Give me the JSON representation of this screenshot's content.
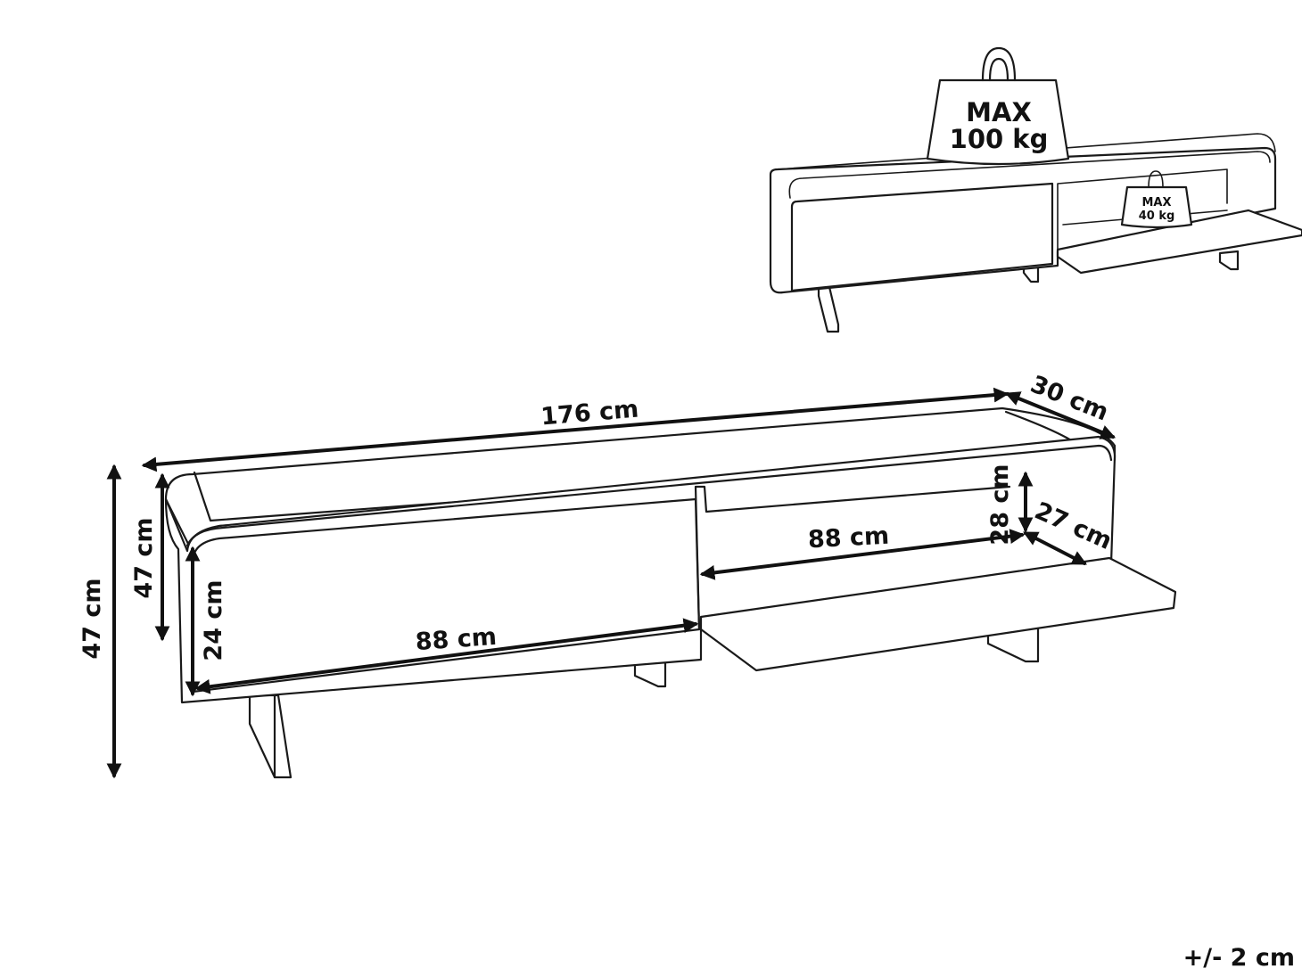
{
  "dimensions": {
    "total_width": "176 cm",
    "depth": "30 cm",
    "total_height": "47 cm",
    "body_height": "47 cm",
    "drawer_height": "24 cm",
    "drawer_width": "88 cm",
    "shelf_width": "88 cm",
    "shelf_height": "28 cm",
    "shelf_depth": "27 cm"
  },
  "load_limits": {
    "top": {
      "line1": "MAX",
      "line2": "100 kg"
    },
    "shelf": {
      "line1": "MAX",
      "line2": "40 kg"
    }
  },
  "tolerance": "+/- 2 cm",
  "colors": {
    "line": "#1a1a1a",
    "background": "#ffffff"
  }
}
